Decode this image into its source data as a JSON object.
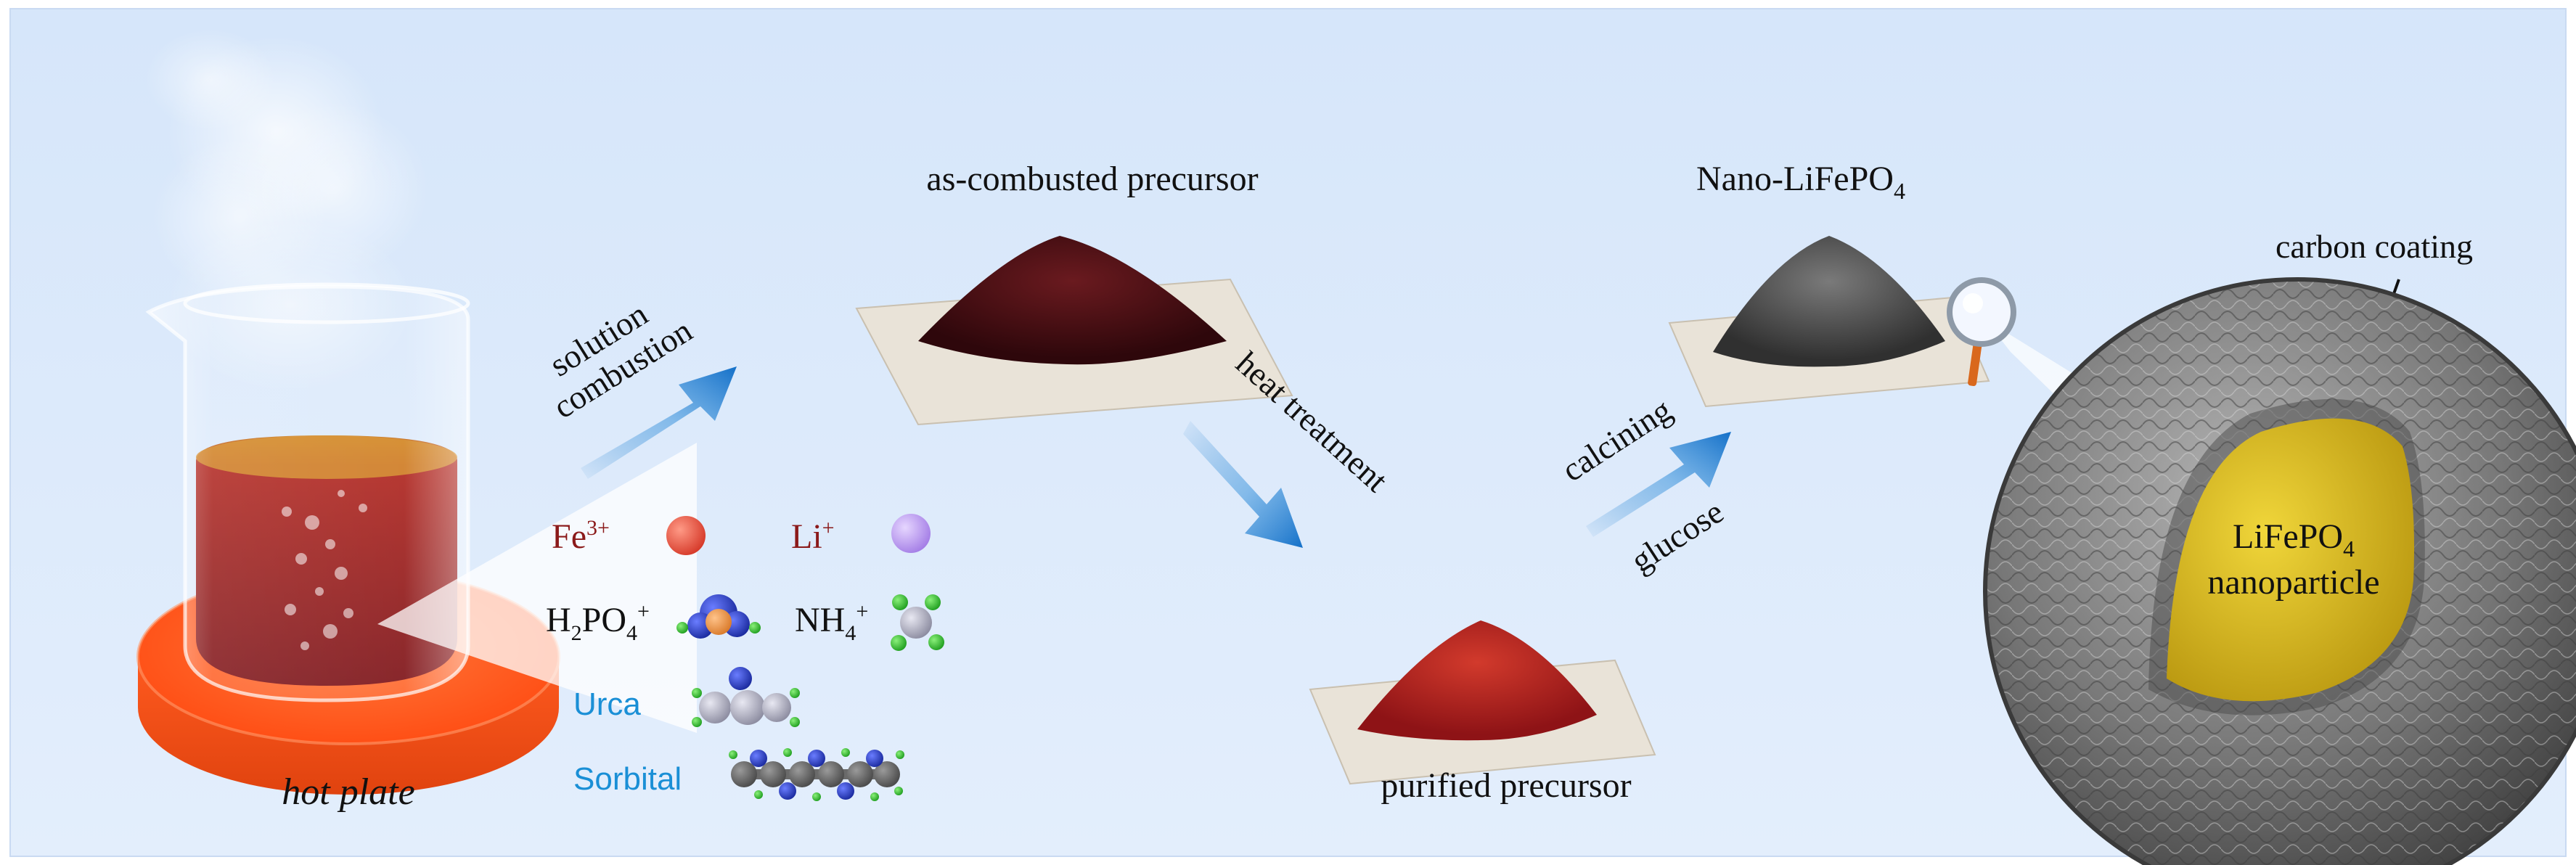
{
  "labels": {
    "hot_plate": "hot plate",
    "step1": "solution",
    "step1b": "combustion",
    "as_combusted": "as-combusted precursor",
    "heat_treatment": "heat treatment",
    "purified": "purified precursor",
    "calcining": "calcining",
    "glucose": "glucose",
    "nano_pre": "Nano-LiFePO",
    "nano_sub": "4",
    "carbon_coating": "carbon coating",
    "core_main": "LiFePO",
    "core_sub": "4",
    "core_line2": "nanoparticle"
  },
  "reagents": {
    "fe_base": "Fe",
    "fe_sup": "3+",
    "li_base": "Li",
    "li_sup": "+",
    "h2po4_a": "H",
    "h2po4_b": "2",
    "h2po4_c": "PO",
    "h2po4_d": "4",
    "h2po4_e": "+",
    "nh4_a": "NH",
    "nh4_b": "4",
    "nh4_c": "+",
    "urea": "Urca",
    "sorbitol": "Sorbital"
  },
  "colors": {
    "background": "#dbe9fb",
    "fe_label": "#8b1a1a",
    "organic_label": "#1a8fd6",
    "arrow": "#1f7fd0",
    "hotplate": "#ff5a1f",
    "solution": "#a0191b",
    "precursor_dark": "#4a0d12",
    "precursor_red": "#b01c1e",
    "nano_powder": "#4a4a4a",
    "core_gold": "#d9b91c",
    "shell_gray": "#6e6e6e"
  }
}
